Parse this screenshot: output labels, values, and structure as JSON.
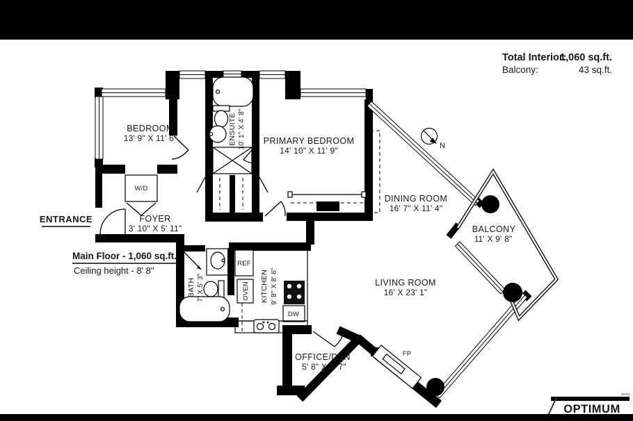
{
  "header": {
    "total_interior_label": "Total Interior:",
    "total_interior_value": "1,060 sq.ft.",
    "balcony_label": "Balcony:",
    "balcony_value": "43 sq.ft."
  },
  "annotations": {
    "entrance_label": "ENTRANCE",
    "main_floor_label": "Main Floor - 1,060 sq.ft.",
    "ceiling_height_label": "Ceiling height - 8' 8\"",
    "north_label": "N"
  },
  "rooms": {
    "bedroom": {
      "name": "BEDROOM",
      "dims": "13' 9\" X 11' 6\""
    },
    "ensuite": {
      "name": "ENSUITE",
      "dims": "10' 1\" X 4' 8\""
    },
    "primary_bedroom": {
      "name": "PRIMARY BEDROOM",
      "dims": "14' 10\" X 11' 9\""
    },
    "dining_room": {
      "name": "DINING ROOM",
      "dims": "16' 7\" X 11' 4\""
    },
    "balcony": {
      "name": "BALCONY",
      "dims": "11' X 9' 8\""
    },
    "living_room": {
      "name": "LIVING ROOM",
      "dims": "16' X 23' 1\""
    },
    "foyer": {
      "name": "FOYER",
      "dims": "3' 10\" X 5' 11\""
    },
    "bath": {
      "name": "BATH",
      "dims": "7' X 5' 3\""
    },
    "kitchen": {
      "name": "KITCHEN",
      "dims": "9' 8\" X 8' 6\""
    },
    "office_den": {
      "name": "OFFICE/DEN",
      "dims": "5' 8\" X 8' 7\""
    }
  },
  "fixtures": {
    "washer_dryer_label": "W/D",
    "fridge_label": "REF",
    "oven_label": "OVEN",
    "dishwasher_label": "DW",
    "fireplace_label": "FP"
  },
  "branding": {
    "logo_text": "OPTIMUM"
  },
  "colors": {
    "wall": "#000000",
    "background": "#ffffff",
    "letterbox": "#000000",
    "text": "#1a1a1a"
  }
}
